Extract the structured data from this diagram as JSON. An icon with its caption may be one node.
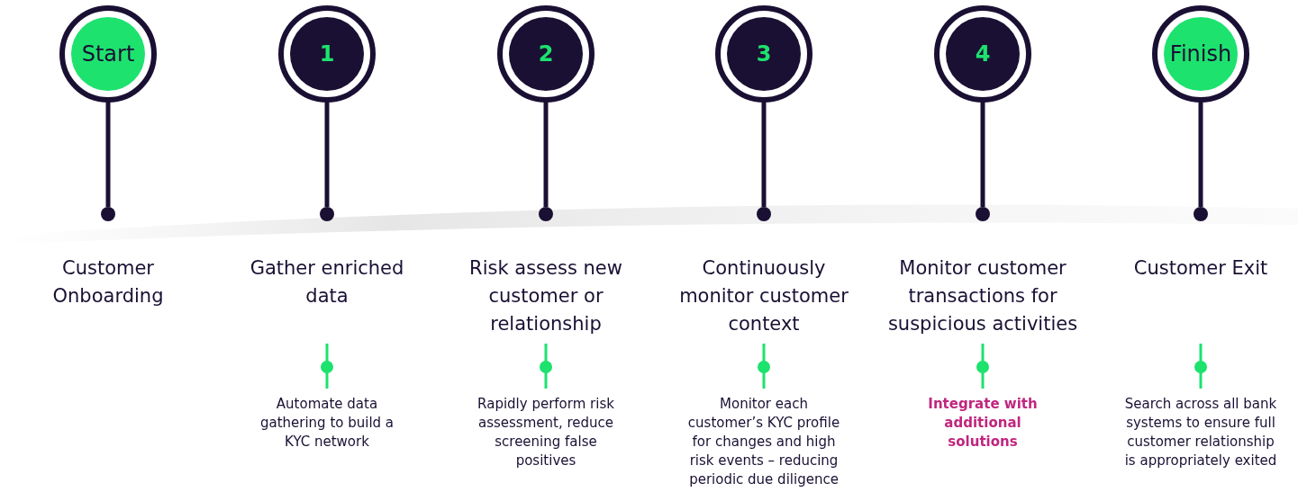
{
  "diagram": {
    "nodes": [
      {
        "text": [
          "Start"
        ]
      },
      {
        "text": [
          "1"
        ]
      },
      {
        "text": [
          "2"
        ]
      },
      {
        "text": [
          "3"
        ]
      },
      {
        "text": [
          "4"
        ]
      },
      {
        "text": [
          "Finish"
        ]
      },
      {
        "text": [],
        "shape": "circle"
      },
      {
        "text": [],
        "shape": "circle"
      },
      {
        "text": [],
        "shape": "circle"
      },
      {
        "text": [],
        "shape": "circle"
      },
      {
        "text": [],
        "shape": "circle"
      },
      {
        "text": [],
        "shape": "circle"
      }
    ],
    "edges": [
      {
        "from": 0,
        "to": 6,
        "arrow": "none"
      },
      {
        "from": 1,
        "to": 7,
        "arrow": "none"
      },
      {
        "from": 2,
        "to": 8,
        "arrow": "none"
      },
      {
        "from": 3,
        "to": 9,
        "arrow": "none"
      },
      {
        "from": 4,
        "to": 10,
        "arrow": "none"
      },
      {
        "from": 5,
        "to": 11,
        "arrow": "none"
      }
    ],
    "labels": [
      "Customer Onboarding",
      "Gather enriched data",
      "Risk assess new customer or relationship",
      "Continuously monitor customer context",
      "Monitor customer transactions for suspicious activities",
      "Customer Exit",
      "Automate data gathering to build a KYC network",
      "Rapidly perform risk assessment, reduce screening false positives",
      "Monitor each customer’s KYC profile for changes and high risk events – reducing periodic due diligence",
      "Integrate with additional solutions",
      "Search across all bank systems to ensure full customer relationship is appropriately exited"
    ]
  }
}
